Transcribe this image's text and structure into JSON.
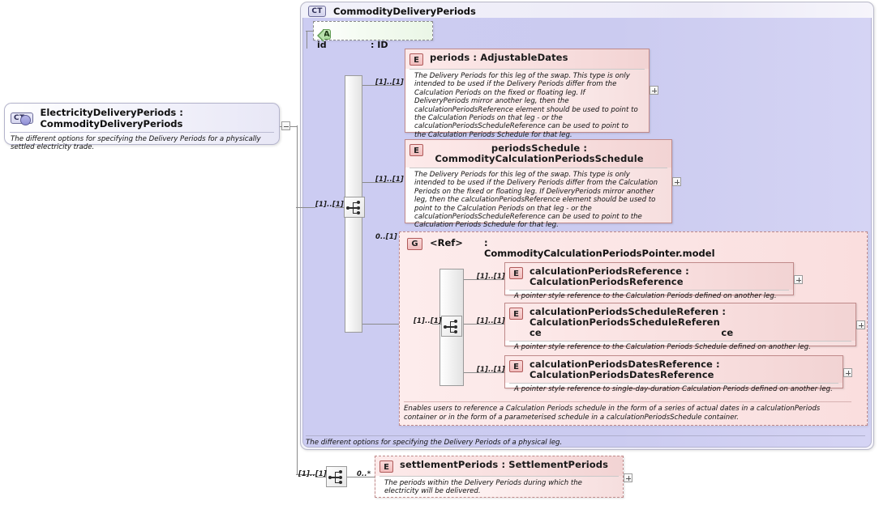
{
  "diagram": {
    "kind": "xml-schema-diagram",
    "colors": {
      "element": "#f6dede",
      "element_border": "#c08a8a",
      "complex_type": "#ccccf2",
      "complex_type_border": "#b0b0cf",
      "attribute": "#eaf6e6",
      "attribute_border": "#5f9a52",
      "group": "#fbe4e4",
      "line": "#8a8a8a"
    }
  },
  "root_element": {
    "badge": "CT",
    "expander": "plus-in-badge",
    "title": "ElectricityDeliveryPeriods : CommodityDeliveryPeriods",
    "doc": "The different options for specifying the Delivery Periods for a physically settled electricity trade.",
    "collapse_toggle": "minus"
  },
  "complex_type": {
    "badge": "CT",
    "title": "CommodityDeliveryPeriods",
    "doc": "The different options for specifying the Delivery Periods of a physical leg."
  },
  "attribute": {
    "badge": "A",
    "name": "id",
    "type": ": ID"
  },
  "choice_top": {
    "cardinality": "[1]..[1]",
    "compositor": "choice"
  },
  "elements": [
    {
      "badge": "E",
      "name": "periods",
      "type": ": AdjustableDates",
      "title": "periods  : AdjustableDates",
      "cardinality": "[1]..[1]",
      "doc": "The Delivery Periods for this leg of the swap. This type is only intended to be used if the Delivery Periods differ from the Calculation Periods on the fixed or floating leg. If DeliveryPeriods mirror another leg, then the calculationPeriodsReference element should be used to point to the Calculation Periods on that leg - or the calculationPeriodsScheduleReference can be used to point to the Calculation Periods Schedule for that leg.",
      "expander": "+"
    },
    {
      "badge": "E",
      "name": "periodsSchedule",
      "type": ": CommodityCalculationPeriodsSchedule",
      "title": "periodsSchedule  : CommodityCalculationPeriodsSchedule",
      "cardinality": "[1]..[1]",
      "doc": "The Delivery Periods for this leg of the swap. This type is only intended to be used if the Delivery Periods differ from the Calculation Periods on the fixed or floating leg. If DeliveryPeriods mirror another leg, then the calculationPeriodsReference element should be used to point to the Calculation Periods on that leg - or the calculationPeriodsScheduleReference can be used to point to the Calculation Periods Schedule for that leg.",
      "expander": "+"
    }
  ],
  "group_ref": {
    "badge": "G",
    "name": "<Ref>",
    "type": ": CommodityCalculationPeriodsPointer.model",
    "cardinality": "0..[1]",
    "inner_cardinality": "[1]..[1]",
    "doc": "Enables users to reference a Calculation Periods schedule in the form of a series of actual dates in a calculationPeriods container or in the form of a parameterised schedule in a calculationPeriodsSchedule container.",
    "children": [
      {
        "badge": "E",
        "name": "calculationPeriodsReference",
        "type": ": CalculationPeriodsReference",
        "title": "calculationPeriodsReference : CalculationPeriodsReference",
        "cardinality": "[1]..[1]",
        "doc": "A pointer style reference to the Calculation Periods defined on another leg.",
        "expander": "+"
      },
      {
        "badge": "E",
        "name": "calculationPeriodsScheduleReference",
        "type": ": CalculationPeriodsScheduleReference",
        "title_line1": "calculationPeriodsScheduleReferen  : CalculationPeriodsScheduleReferen",
        "title_line2": "ce                                                      ce",
        "cardinality": "[1]..[1]",
        "doc": "A pointer style reference to the Calculation Periods Schedule defined on another leg.",
        "expander": "+"
      },
      {
        "badge": "E",
        "name": "calculationPeriodsDatesReference",
        "type": ": CalculationPeriodsDatesReference",
        "title": "calculationPeriodsDatesReference : CalculationPeriodsDatesReference",
        "cardinality": "[1]..[1]",
        "doc": "A pointer style reference to single-day-duration Calculation Periods defined on another leg.",
        "expander": "+"
      }
    ]
  },
  "settlement": {
    "sequence_cardinality": "[1]..[1]",
    "element": {
      "badge": "E",
      "name": "settlementPeriods",
      "type": ": SettlementPeriods",
      "title": "settlementPeriods : SettlementPeriods",
      "cardinality": "0..*",
      "doc": "The periods within the Delivery Periods during which the electricity will be delivered.",
      "expander": "+"
    }
  }
}
